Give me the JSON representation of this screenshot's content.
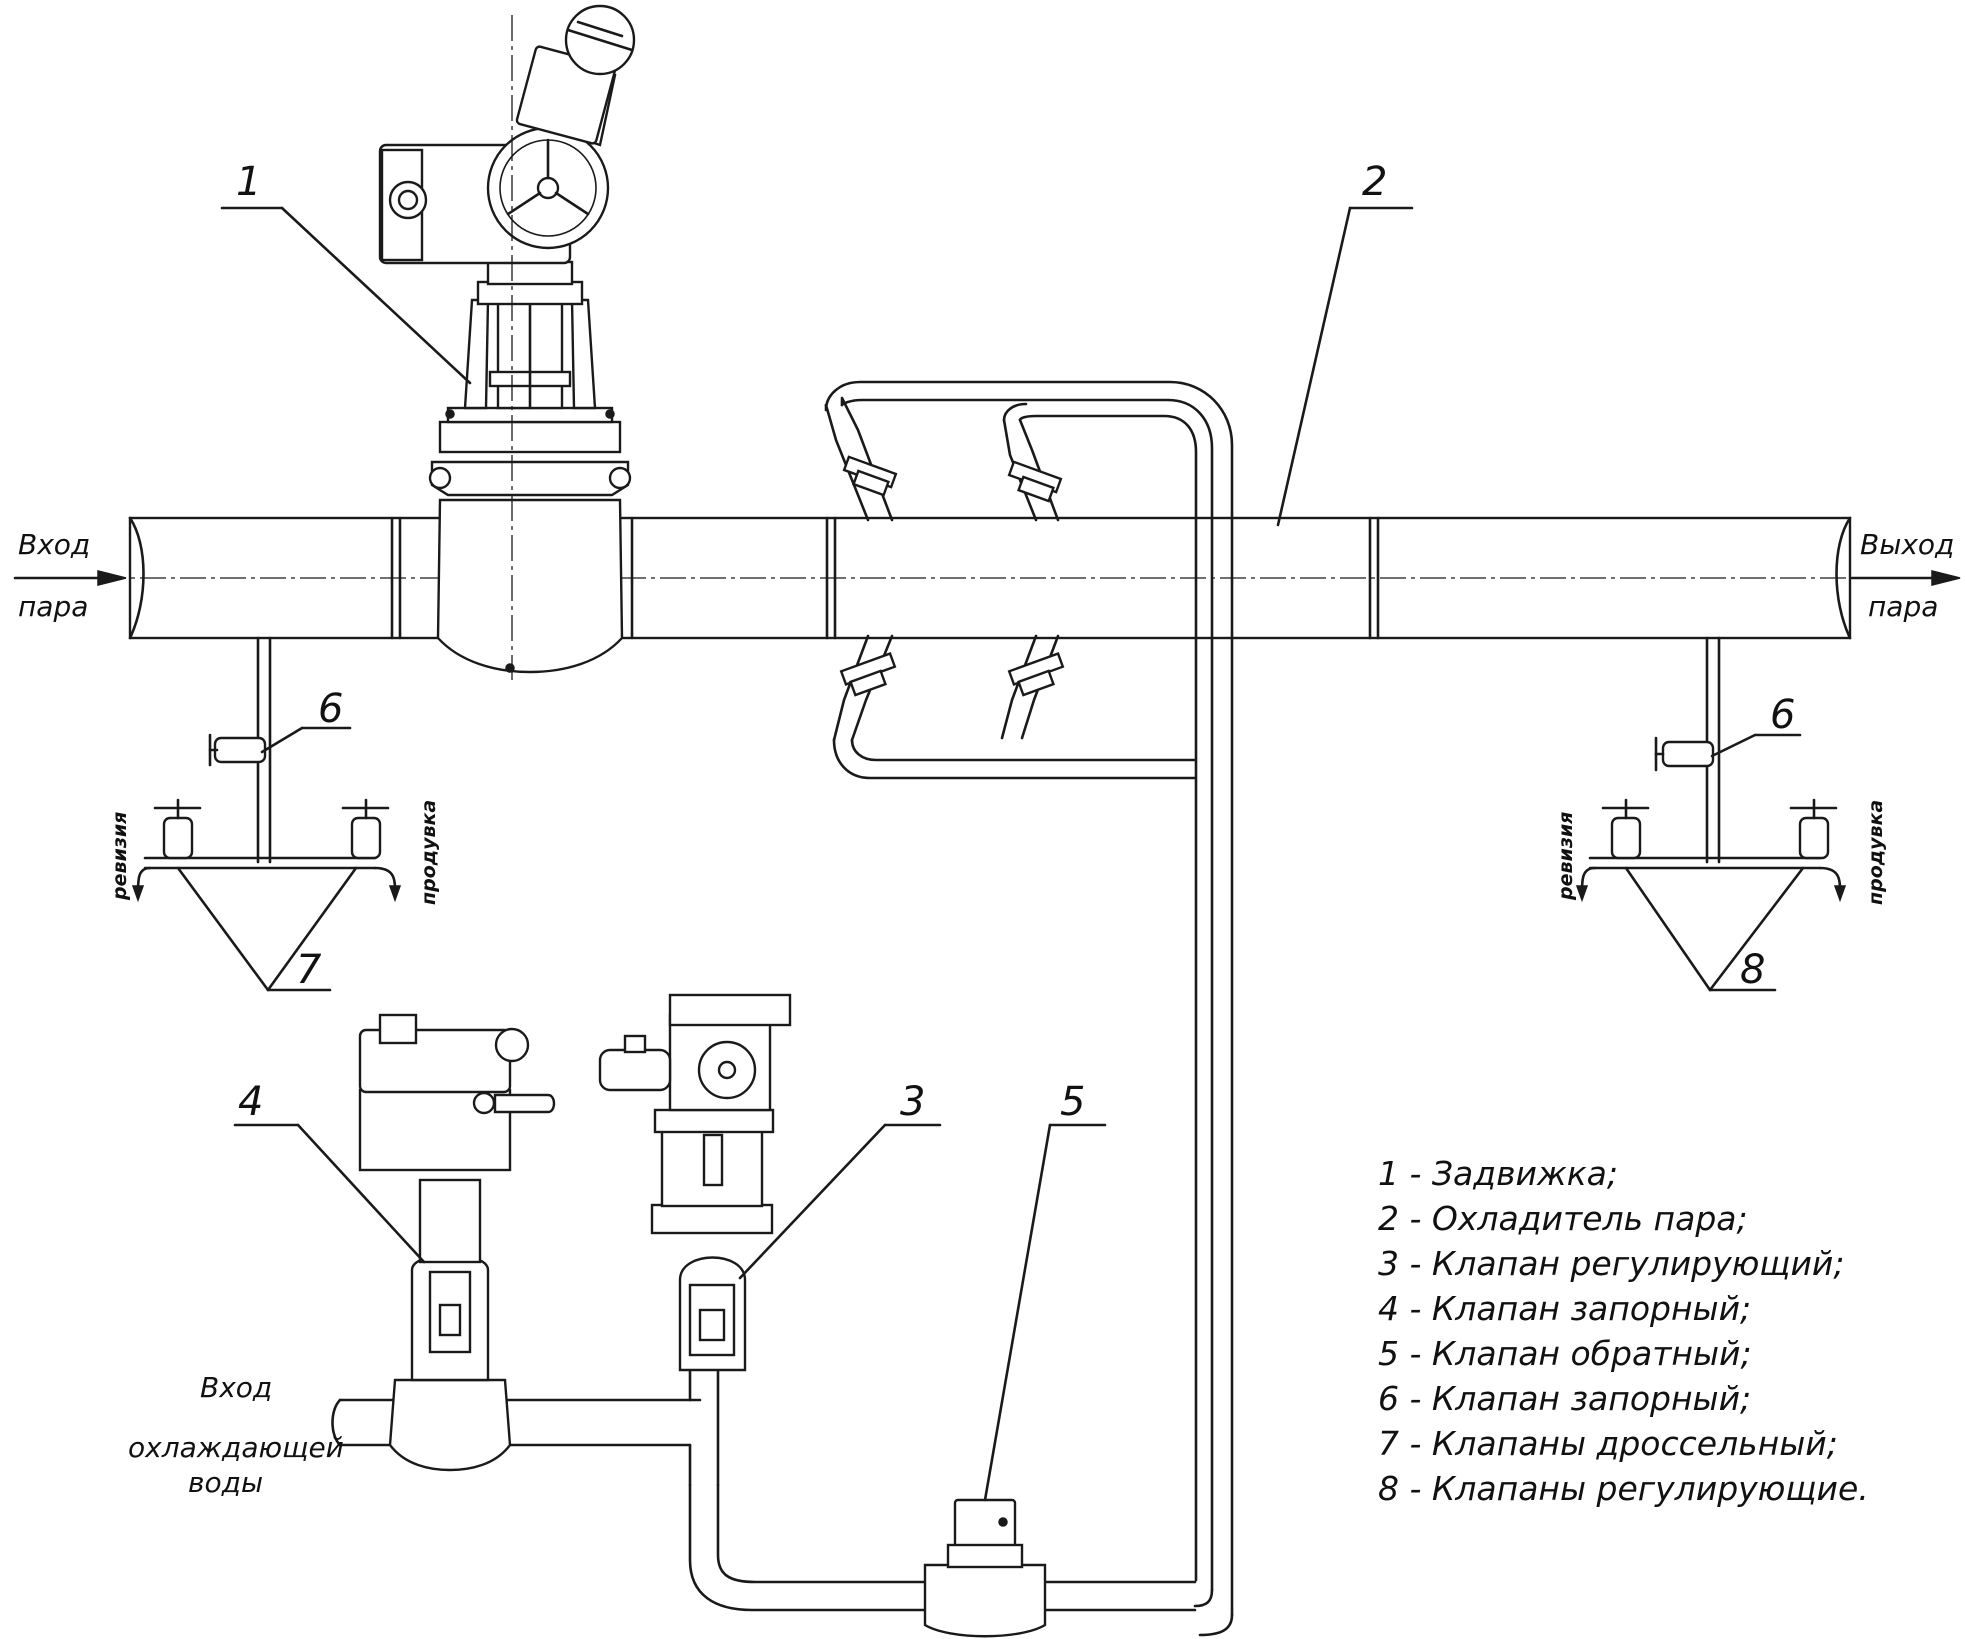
{
  "flows": {
    "steam_in_line1": "Вход",
    "steam_in_line2": "пара",
    "steam_out_line1": "Выход",
    "steam_out_line2": "пара",
    "water_in_line1": "Вход",
    "water_in_line2": "охлаждающей",
    "water_in_line3": "воды"
  },
  "side_labels": {
    "revision": "ревизия",
    "purge": "продувка"
  },
  "callouts": {
    "c1": "1",
    "c2": "2",
    "c3": "3",
    "c4": "4",
    "c5": "5",
    "c6": "6",
    "c7": "7",
    "c8": "8"
  },
  "legend": [
    "1 - Задвижка;",
    "2 - Охладитель пара;",
    "3 - Клапан регулирующий;",
    "4 - Клапан запорный;",
    "5 - Клапан обратный;",
    "6 - Клапан запорный;",
    "7 - Клапаны дроссельный;",
    "8 - Клапаны регулирующие."
  ],
  "colors": {
    "line": "#1a1a1a",
    "background": "#ffffff"
  }
}
